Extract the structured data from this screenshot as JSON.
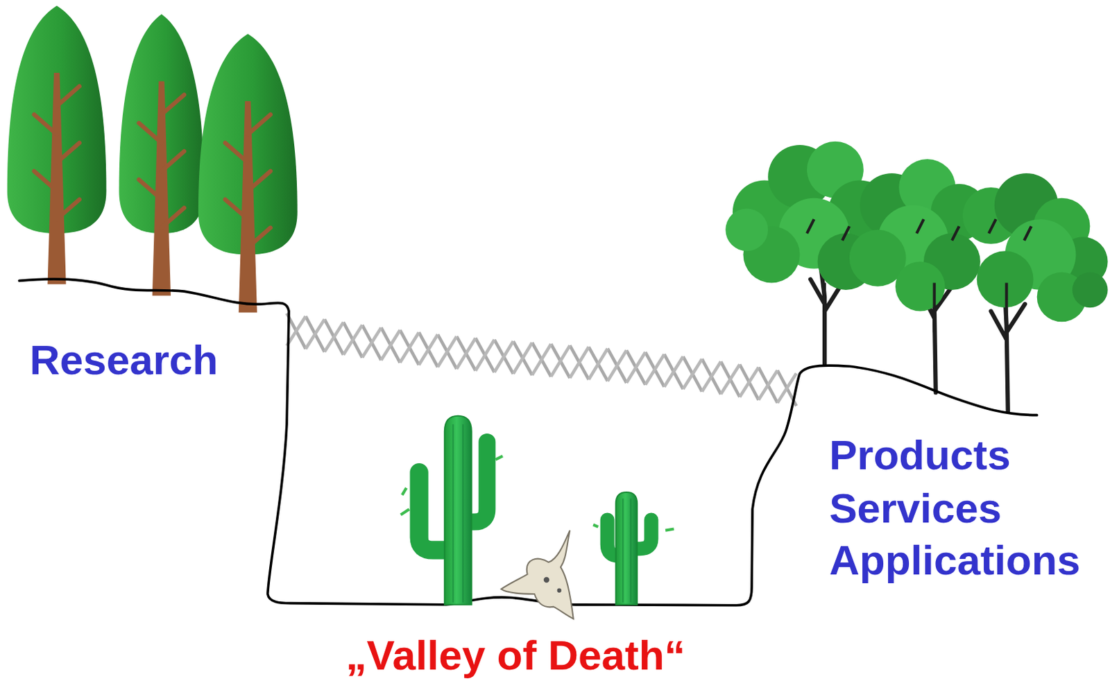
{
  "diagram": {
    "labels": [
      "Research",
      "Products",
      "Services",
      "Applications",
      "„Valley of Death“"
    ]
  }
}
